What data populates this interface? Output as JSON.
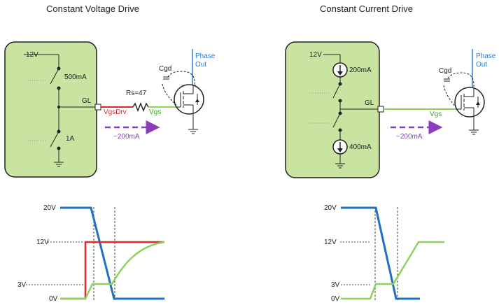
{
  "left": {
    "title": "Constant Voltage Drive",
    "supply": "12V",
    "top_switch": "500mA",
    "bottom_switch": "1A",
    "node": "GL",
    "resistor": "Rs=47",
    "drv_label": "VgsDrv",
    "gate_label": "Vgs",
    "cap": "Cgd",
    "phase": [
      "Phase",
      "Out"
    ],
    "current": "~200mA"
  },
  "right": {
    "title": "Constant Current Drive",
    "supply": "12V",
    "top_source": "200mA",
    "bottom_source": "400mA",
    "node": "GL",
    "gate_label": "Vgs",
    "cap": "Cgd",
    "phase": [
      "Phase",
      "Out"
    ],
    "current": "~200mA"
  },
  "waveforms": {
    "left_levels": [
      "20V",
      "12V",
      "3V",
      "0V"
    ],
    "right_levels": [
      "20V",
      "12V",
      "3V",
      "0V"
    ]
  },
  "colors": {
    "panel_fill": "#c8e4a0",
    "vds": "#1f6fc5",
    "vgs": "#8fd15a",
    "vgsdrv": "#e02a2a",
    "current_arrow": "#8a3dbf",
    "phase_text": "#2a7fd4"
  }
}
